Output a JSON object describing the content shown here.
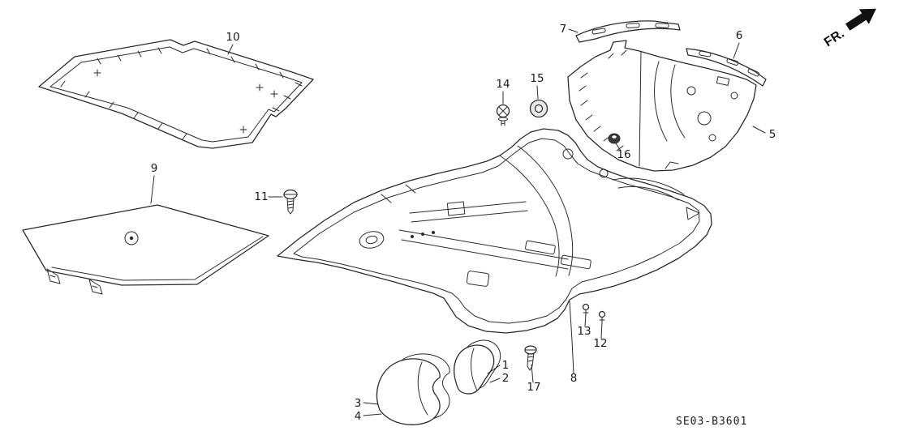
{
  "diagram": {
    "code": "SE03-B3601",
    "fr_label": "FR.",
    "background_color": "#ffffff",
    "line_color": "#2b2b2b",
    "callouts": {
      "1": "1",
      "2": "2",
      "3": "3",
      "4": "4",
      "5": "5",
      "6": "6",
      "7": "7",
      "8": "8",
      "9": "9",
      "10": "10",
      "11": "11",
      "12": "12",
      "13": "13",
      "14": "14",
      "15": "15",
      "16": "16",
      "17": "17"
    }
  }
}
